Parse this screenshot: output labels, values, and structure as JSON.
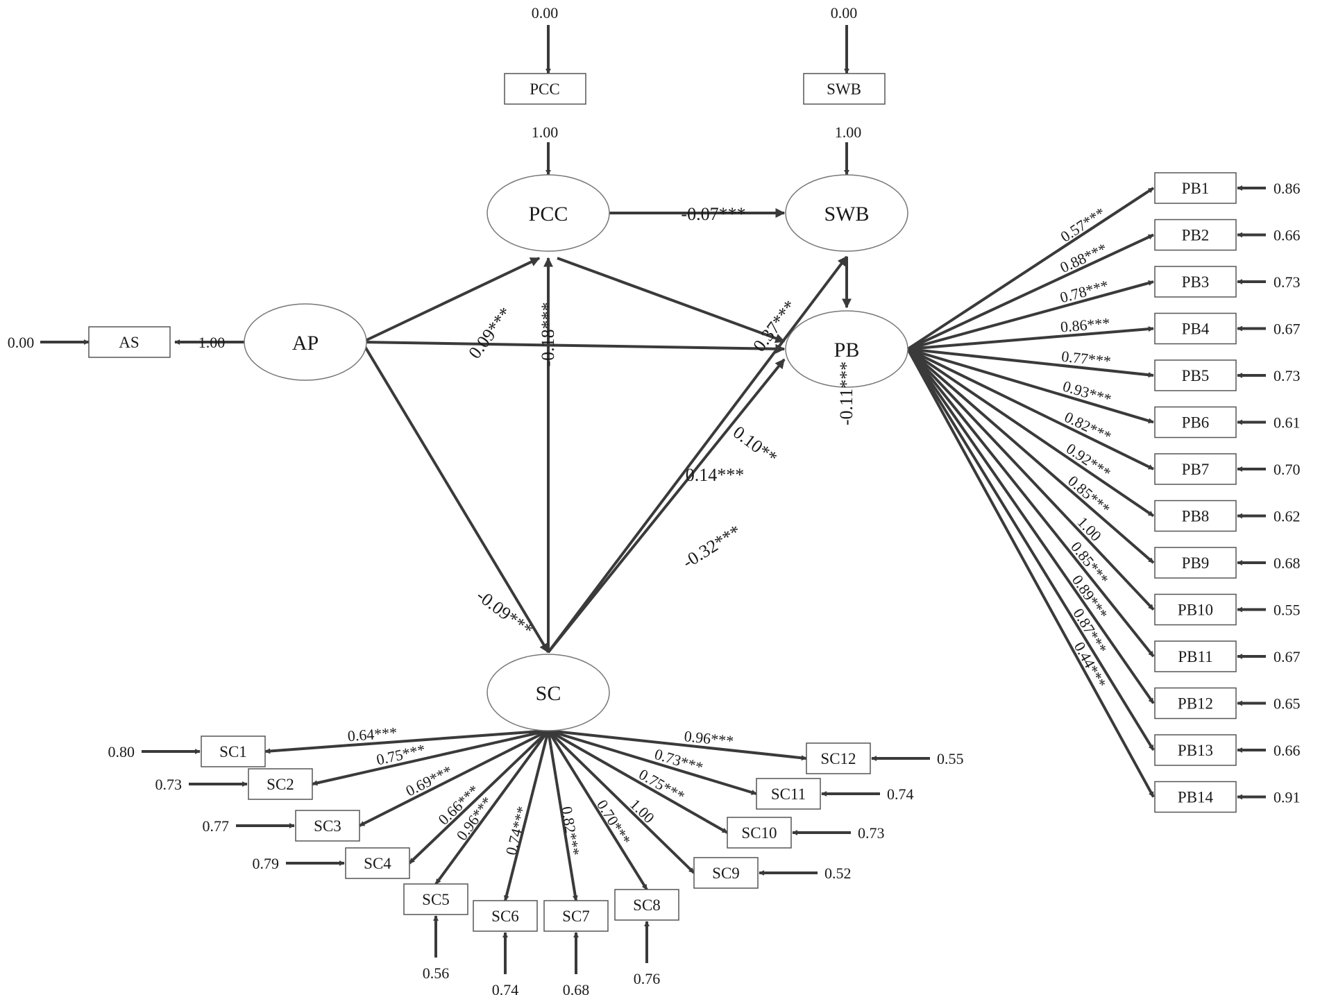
{
  "nodes": {
    "PCC": "PCC",
    "SWB": "SWB",
    "AP": "AP",
    "PB": "PB",
    "SC": "SC"
  },
  "indicators": {
    "PCC": "PCC",
    "SWB": "SWB",
    "AS": "AS",
    "PB": [
      "PB1",
      "PB2",
      "PB3",
      "PB4",
      "PB5",
      "PB6",
      "PB7",
      "PB8",
      "PB9",
      "PB10",
      "PB11",
      "PB12",
      "PB13",
      "PB14"
    ],
    "SC": [
      "SC1",
      "SC2",
      "SC3",
      "SC4",
      "SC5",
      "SC6",
      "SC7",
      "SC8",
      "SC9",
      "SC10",
      "SC11",
      "SC12"
    ]
  },
  "paths": {
    "pcc_swb": "-0.07***",
    "ap_pcc": "0.09***",
    "sc_pcc": "-0.18***",
    "sc_swb": "0.37***",
    "swb_pb": "-0.11***",
    "pcc_pb": "0.10**",
    "ap_pb": "0.14***",
    "sc_pb": "-0.32***",
    "ap_sc": "-0.09***"
  },
  "single_indicators": {
    "pcc_error": "0.00",
    "pcc_loading": "1.00",
    "swb_error": "0.00",
    "swb_loading": "1.00",
    "as_error": "0.00",
    "as_loading": "1.00"
  },
  "pb_loadings": [
    "0.57***",
    "0.88***",
    "0.78***",
    "0.86***",
    "0.77***",
    "0.93***",
    "0.82***",
    "0.92***",
    "0.85***",
    "1.00",
    "0.85***",
    "0.89***",
    "0.87***",
    "0.44***"
  ],
  "pb_errors": [
    "0.86",
    "0.66",
    "0.73",
    "0.67",
    "0.73",
    "0.61",
    "0.70",
    "0.62",
    "0.68",
    "0.55",
    "0.67",
    "0.65",
    "0.66",
    "0.91"
  ],
  "sc_loadings": [
    "0.64***",
    "0.75***",
    "0.69***",
    "0.66***",
    "0.96***",
    "0.74***",
    "0.82***",
    "0.70***",
    "1.00",
    "0.75***",
    "0.73***",
    "0.96***"
  ],
  "sc_errors": [
    "0.80",
    "0.73",
    "0.77",
    "0.79",
    "0.56",
    "0.74",
    "0.68",
    "0.76",
    "0.52",
    "0.73",
    "0.74",
    "0.55"
  ],
  "colors": {
    "stroke": "#3a3a3a",
    "text": "#1a1a1a",
    "background": "#ffffff"
  }
}
